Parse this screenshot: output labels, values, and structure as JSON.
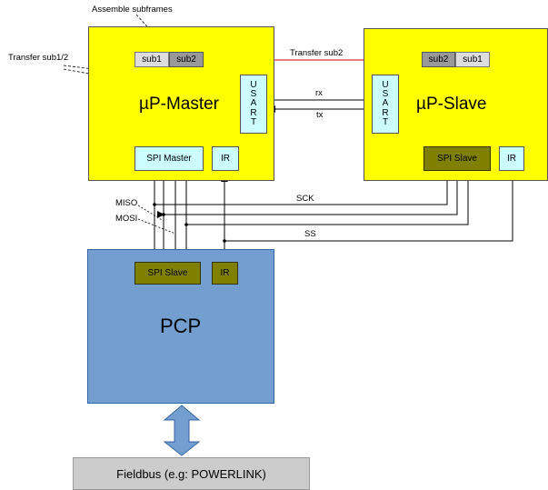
{
  "master": {
    "title": "µP-Master",
    "sub1": "sub1",
    "sub2": "sub2",
    "usart_letters": [
      "U",
      "S",
      "A",
      "R",
      "T"
    ],
    "spi": "SPI Master",
    "ir": "IR"
  },
  "slave": {
    "title": "µP-Slave",
    "sub2": "sub2",
    "sub1": "sub1",
    "usart_letters": [
      "U",
      "S",
      "A",
      "R",
      "T"
    ],
    "spi": "SPI Slave",
    "ir": "IR"
  },
  "pcp": {
    "title": "PCP",
    "spi": "SPI Slave",
    "ir": "IR"
  },
  "fieldbus": {
    "label": "Fieldbus (e.g: POWERLINK)"
  },
  "annotations": {
    "assemble": "Assemble subframes",
    "transfer12": "Transfer sub1/2",
    "transfer_sub2": "Transfer sub2",
    "rx": "rx",
    "tx": "tx",
    "sck": "SCK",
    "miso": "MISO",
    "mosi": "MOSI",
    "ss": "SS"
  },
  "colors": {
    "processor_fill": "#ffff00",
    "pcp_fill": "#729fcf",
    "peripheral_fill": "#ccffff",
    "slave_peripheral_fill": "#808000",
    "arrow_red": "#cc0000",
    "fieldbus_fill": "#cccccc"
  }
}
